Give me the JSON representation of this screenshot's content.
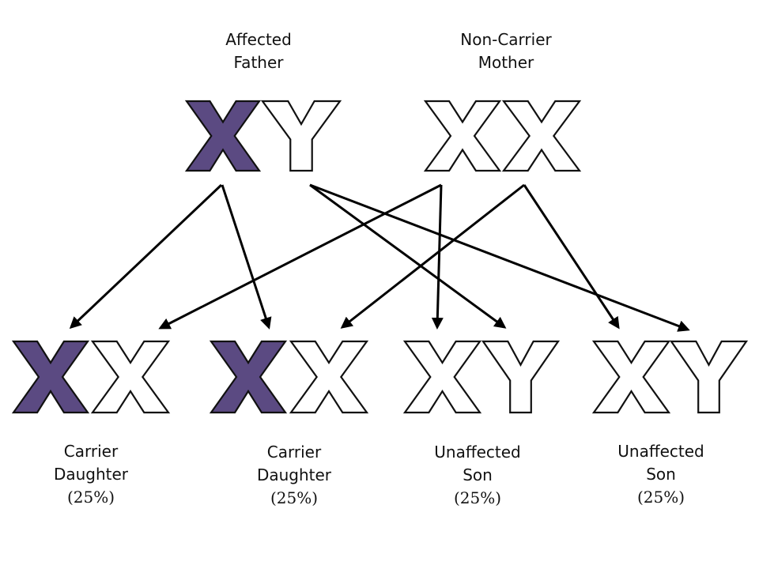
{
  "colors": {
    "affected": "#5b4a82",
    "unaffected": "#ffffff",
    "outline": "#111111",
    "arrow": "#000000"
  },
  "parents": {
    "father": {
      "label_line1": "Affected",
      "label_line2": "Father",
      "chromosomes": [
        {
          "letter": "X",
          "status": "affected"
        },
        {
          "letter": "Y",
          "status": "unaffected"
        }
      ]
    },
    "mother": {
      "label_line1": "Non-Carrier",
      "label_line2": "Mother",
      "chromosomes": [
        {
          "letter": "X",
          "status": "unaffected"
        },
        {
          "letter": "X",
          "status": "unaffected"
        }
      ]
    }
  },
  "offspring": [
    {
      "line1": "Carrier",
      "line2": "Daughter",
      "percent": "(25%)",
      "chromosomes": [
        {
          "letter": "X",
          "status": "affected"
        },
        {
          "letter": "X",
          "status": "unaffected"
        }
      ]
    },
    {
      "line1": "Carrier",
      "line2": "Daughter",
      "percent": "(25%)",
      "chromosomes": [
        {
          "letter": "X",
          "status": "affected"
        },
        {
          "letter": "X",
          "status": "unaffected"
        }
      ]
    },
    {
      "line1": "Unaffected",
      "line2": "Son",
      "percent": "(25%)",
      "chromosomes": [
        {
          "letter": "X",
          "status": "unaffected"
        },
        {
          "letter": "Y",
          "status": "unaffected"
        }
      ]
    },
    {
      "line1": "Unaffected",
      "line2": "Son",
      "percent": "(25%)",
      "chromosomes": [
        {
          "letter": "X",
          "status": "unaffected"
        },
        {
          "letter": "Y",
          "status": "unaffected"
        }
      ]
    }
  ]
}
